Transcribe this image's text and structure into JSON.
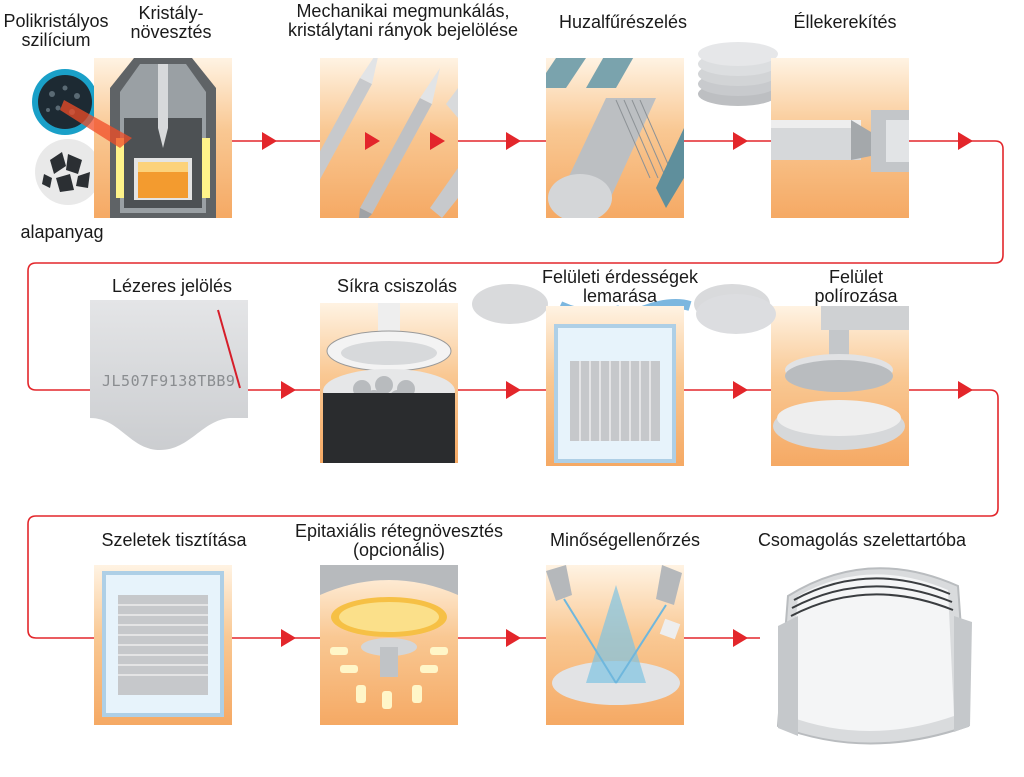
{
  "steps": {
    "polysilicon": "Polikristályos\nszilícium",
    "raw_material": "alapanyag",
    "crystal_growth": "Kristály-\nnövesztés",
    "machining": "Mechanikai megmunkálás,\nkristálytani rányok bejelölése",
    "wire_saw": "Huzalfűrészelés",
    "edge_rounding": "Éllekerekítés",
    "laser_marking": "Lézeres jelölés",
    "lapping": "Síkra csiszolás",
    "etching": "Felületi érdességek\nlemarása",
    "polishing": "Felület\npolírozása",
    "cleaning": "Szeletek tisztítása",
    "epitaxy": "Epitaxiális rétegnövesztés\n(opcionális)",
    "inspection": "Minőségellenőrzés",
    "packaging": "Csomagolás szelettartóba"
  },
  "laser_code": "JL507F9138TBB9",
  "colors": {
    "flow": "#e3262b",
    "panel_top": "#fff3e3",
    "panel_bottom": "#f5a964",
    "silicon": "#c7c9cc"
  },
  "icons": {
    "polysilicon": "polysilicon-chunks-icon",
    "furnace": "crystal-furnace-icon",
    "ingot": "silicon-ingot-icon"
  }
}
